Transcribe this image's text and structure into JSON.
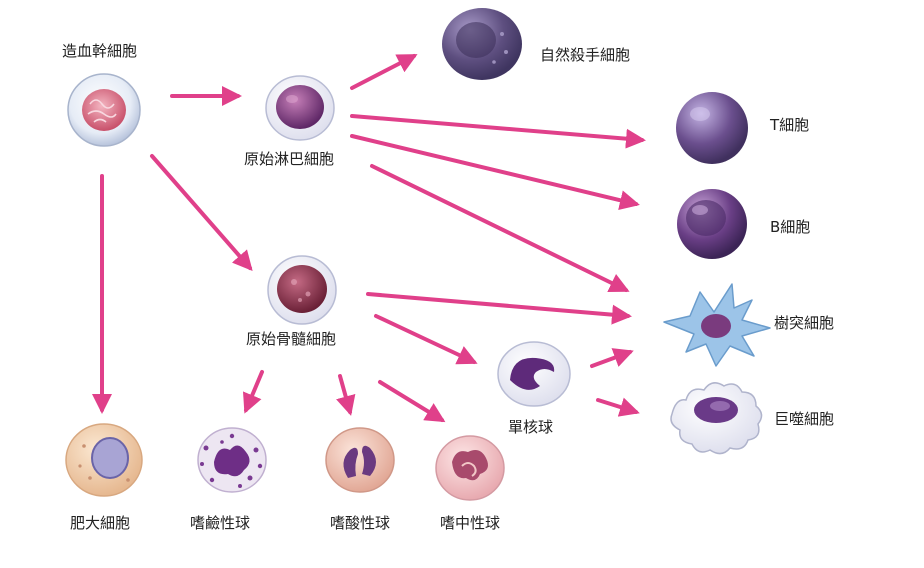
{
  "colors": {
    "arrow": "#e0408a",
    "label": "#222222",
    "stem_nucleus": "#c8506a",
    "lymphoid": "#7a3b7e",
    "nk": "#5a4a7a",
    "tcell": "#6b4f8e",
    "bcell": "#6a3f86",
    "dendritic_body": "#8ab8e0",
    "myeloid": "#8a3a55",
    "mast": "#f0d2b0",
    "basophil": "#8a4a9a",
    "eosinophil": "#e8b8a8",
    "neutrophil": "#f2c7c7"
  },
  "cells": {
    "stem": {
      "label": "造血幹細胞",
      "icon": "stem-cell-icon"
    },
    "lymphoid_progenitor": {
      "label": "原始淋巴細胞",
      "icon": "lymphoid-progenitor-icon"
    },
    "myeloid_progenitor": {
      "label": "原始骨髓細胞",
      "icon": "myeloid-progenitor-icon"
    },
    "nk": {
      "label": "自然殺手細胞",
      "icon": "nk-cell-icon"
    },
    "t_cell": {
      "label": "T細胞",
      "icon": "t-cell-icon"
    },
    "b_cell": {
      "label": "B細胞",
      "icon": "b-cell-icon"
    },
    "dendritic": {
      "label": "樹突細胞",
      "icon": "dendritic-cell-icon"
    },
    "macrophage": {
      "label": "巨噬細胞",
      "icon": "macrophage-icon"
    },
    "monocyte": {
      "label": "單核球",
      "icon": "monocyte-icon"
    },
    "mast": {
      "label": "肥大細胞",
      "icon": "mast-cell-icon"
    },
    "basophil": {
      "label": "嗜鹼性球",
      "icon": "basophil-icon"
    },
    "eosinophil": {
      "label": "嗜酸性球",
      "icon": "eosinophil-icon"
    },
    "neutrophil": {
      "label": "嗜中性球",
      "icon": "neutrophil-icon"
    }
  }
}
